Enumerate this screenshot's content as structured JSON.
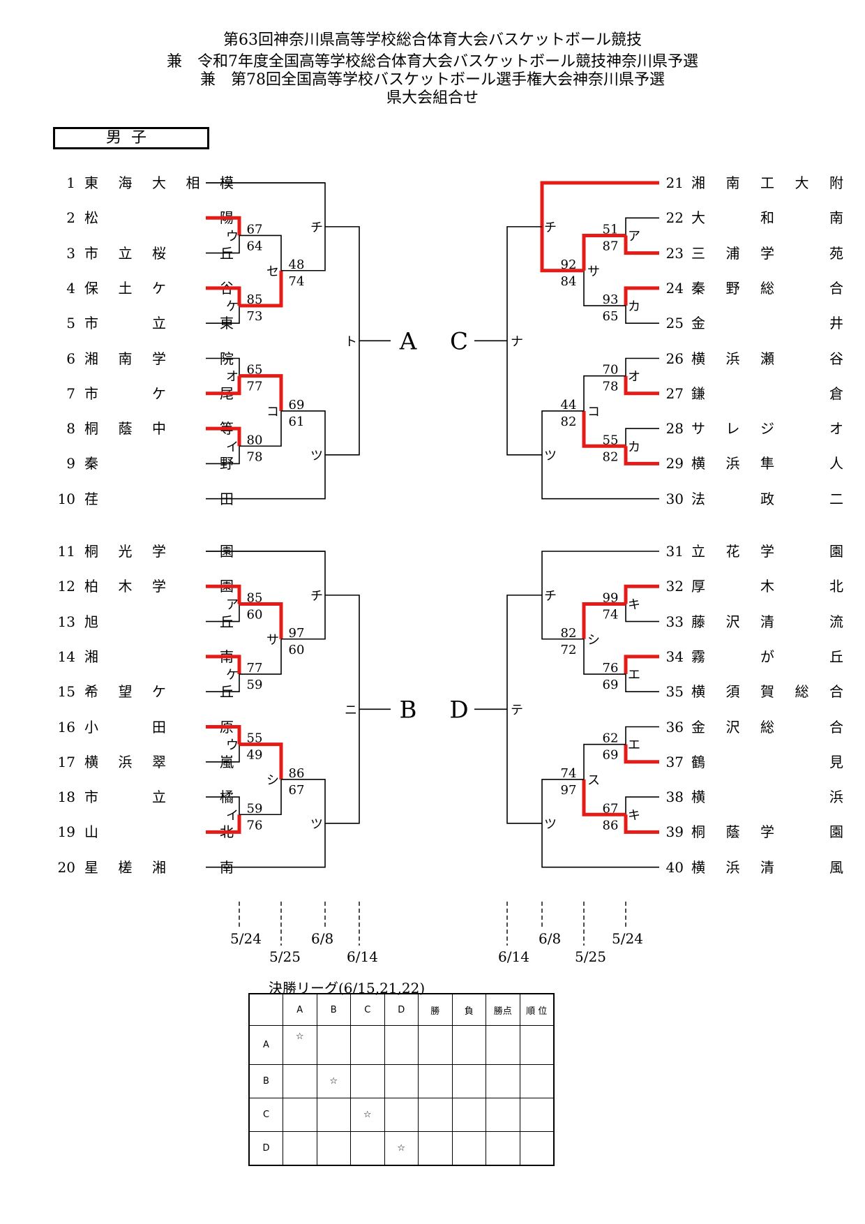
{
  "header": {
    "line1": "第63回神奈川県高等学校総合体育大会バスケットボール競技",
    "line2": "兼　令和7年度全国高等学校総合体育大会バスケットボール競技神奈川県予選",
    "line3": "兼　第78回全国高等学校バスケットボール選手権大会神奈川県予選",
    "line4": "県大会組合せ"
  },
  "gender_label": "男子",
  "colors": {
    "winner_line": "#e41b17",
    "line": "#000000"
  },
  "teams_left": [
    {
      "num": "1",
      "name": "東海大相模"
    },
    {
      "num": "2",
      "name": "松陽"
    },
    {
      "num": "3",
      "name": "市立桜丘"
    },
    {
      "num": "4",
      "name": "保土ケ谷"
    },
    {
      "num": "5",
      "name": "市立東"
    },
    {
      "num": "6",
      "name": "湘南学院"
    },
    {
      "num": "7",
      "name": "市ケ尾"
    },
    {
      "num": "8",
      "name": "桐蔭中等"
    },
    {
      "num": "9",
      "name": "秦野"
    },
    {
      "num": "10",
      "name": "荏田"
    },
    {
      "num": "11",
      "name": "桐光学園"
    },
    {
      "num": "12",
      "name": "柏木学園"
    },
    {
      "num": "13",
      "name": "旭丘"
    },
    {
      "num": "14",
      "name": "湘南"
    },
    {
      "num": "15",
      "name": "希望ケ丘"
    },
    {
      "num": "16",
      "name": "小田原"
    },
    {
      "num": "17",
      "name": "横浜翠嵐"
    },
    {
      "num": "18",
      "name": "市立橘"
    },
    {
      "num": "19",
      "name": "山北"
    },
    {
      "num": "20",
      "name": "星槎湘南"
    }
  ],
  "teams_right": [
    {
      "num": "21",
      "name": "湘南工大附"
    },
    {
      "num": "22",
      "name": "大和南"
    },
    {
      "num": "23",
      "name": "三浦学苑"
    },
    {
      "num": "24",
      "name": "秦野総合"
    },
    {
      "num": "25",
      "name": "金井"
    },
    {
      "num": "26",
      "name": "横浜瀬谷"
    },
    {
      "num": "27",
      "name": "鎌倉"
    },
    {
      "num": "28",
      "name": "サレジオ"
    },
    {
      "num": "29",
      "name": "横浜隼人"
    },
    {
      "num": "30",
      "name": "法政二"
    },
    {
      "num": "31",
      "name": "立花学園"
    },
    {
      "num": "32",
      "name": "厚木北"
    },
    {
      "num": "33",
      "name": "藤沢清流"
    },
    {
      "num": "34",
      "name": "霧が丘"
    },
    {
      "num": "35",
      "name": "横須賀総合"
    },
    {
      "num": "36",
      "name": "金沢総合"
    },
    {
      "num": "37",
      "name": "鶴見"
    },
    {
      "num": "38",
      "name": "横浜"
    },
    {
      "num": "39",
      "name": "桐蔭学園"
    },
    {
      "num": "40",
      "name": "横浜清風"
    }
  ],
  "block_labels": {
    "A": "A",
    "B": "B",
    "C": "C",
    "D": "D"
  },
  "game_codes": {
    "A": {
      "r1_top": "ウ",
      "r1_bot": "ケ",
      "r1_b": "オ",
      "r1_c": "イ",
      "r2_top": "セ",
      "r2_bot": "コ",
      "r3_top": "チ",
      "r3_bot": "ツ",
      "final": "ト"
    },
    "B": {
      "r1_a": "ア",
      "r1_b": "ケ",
      "r1_c": "ウ",
      "r1_d": "イ",
      "r2_top": "サ",
      "r2_bot": "シ",
      "r3_top": "チ",
      "r3_bot": "ツ",
      "final": "ニ"
    },
    "C": {
      "r1_a": "ア",
      "r1_b": "カ",
      "r1_c": "オ",
      "r1_d": "カ",
      "r2_top": "サ",
      "r2_bot": "コ",
      "r3_top": "チ",
      "r3_bot": "ツ",
      "final": "ナ"
    },
    "D": {
      "r1_a": "キ",
      "r1_b": "エ",
      "r1_c": "エ",
      "r1_d": "キ",
      "r2_top": "シ",
      "r2_bot": "ス",
      "r3_top": "チ",
      "r3_bot": "ツ",
      "final": "テ"
    }
  },
  "scores": {
    "A": {
      "g1": [
        "67",
        "64"
      ],
      "g2": [
        "85",
        "73"
      ],
      "g3": [
        "65",
        "77"
      ],
      "g4": [
        "80",
        "78"
      ],
      "g5": [
        "48",
        "74"
      ],
      "g6": [
        "69",
        "61"
      ]
    },
    "B": {
      "g1": [
        "85",
        "60"
      ],
      "g2": [
        "77",
        "59"
      ],
      "g3": [
        "55",
        "49"
      ],
      "g4": [
        "59",
        "76"
      ],
      "g5": [
        "97",
        "60"
      ],
      "g6": [
        "86",
        "67"
      ]
    },
    "C": {
      "g1": [
        "51",
        "87"
      ],
      "g2": [
        "93",
        "65"
      ],
      "g3": [
        "70",
        "78"
      ],
      "g4": [
        "55",
        "82"
      ],
      "g5": [
        "92",
        "84"
      ],
      "g6": [
        "44",
        "82"
      ]
    },
    "D": {
      "g1": [
        "99",
        "74"
      ],
      "g2": [
        "76",
        "69"
      ],
      "g3": [
        "62",
        "69"
      ],
      "g4": [
        "67",
        "86"
      ],
      "g5": [
        "82",
        "72"
      ],
      "g6": [
        "74",
        "97"
      ]
    }
  },
  "schedule": {
    "left": [
      "5/24",
      "5/25",
      "6/8",
      "6/14"
    ],
    "right": [
      "6/14",
      "6/8",
      "5/25",
      "5/24"
    ]
  },
  "league": {
    "title": "決勝リーグ(6/15,21,22)",
    "headers": [
      "A",
      "B",
      "C",
      "D",
      "勝",
      "負",
      "勝点",
      "順 位"
    ],
    "rows": [
      "A",
      "B",
      "C",
      "D"
    ],
    "self_mark": "☆"
  }
}
